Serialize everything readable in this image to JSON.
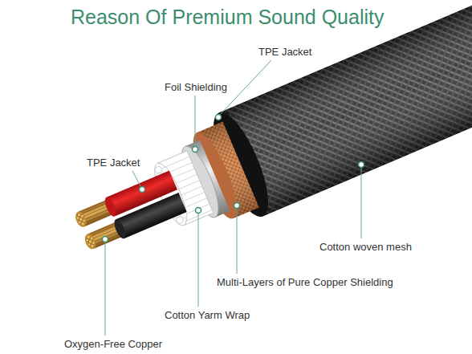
{
  "diagram": {
    "title": "Reason Of Premium Sound Quality",
    "labels": [
      "TPE Jacket",
      "Foil Shielding",
      "TPE Jacket",
      "Cotton woven mesh",
      "Multi-Layers of Pure Copper Shielding",
      "Cotton Yarm Wrap",
      "Oxygen-Free Copper"
    ]
  }
}
